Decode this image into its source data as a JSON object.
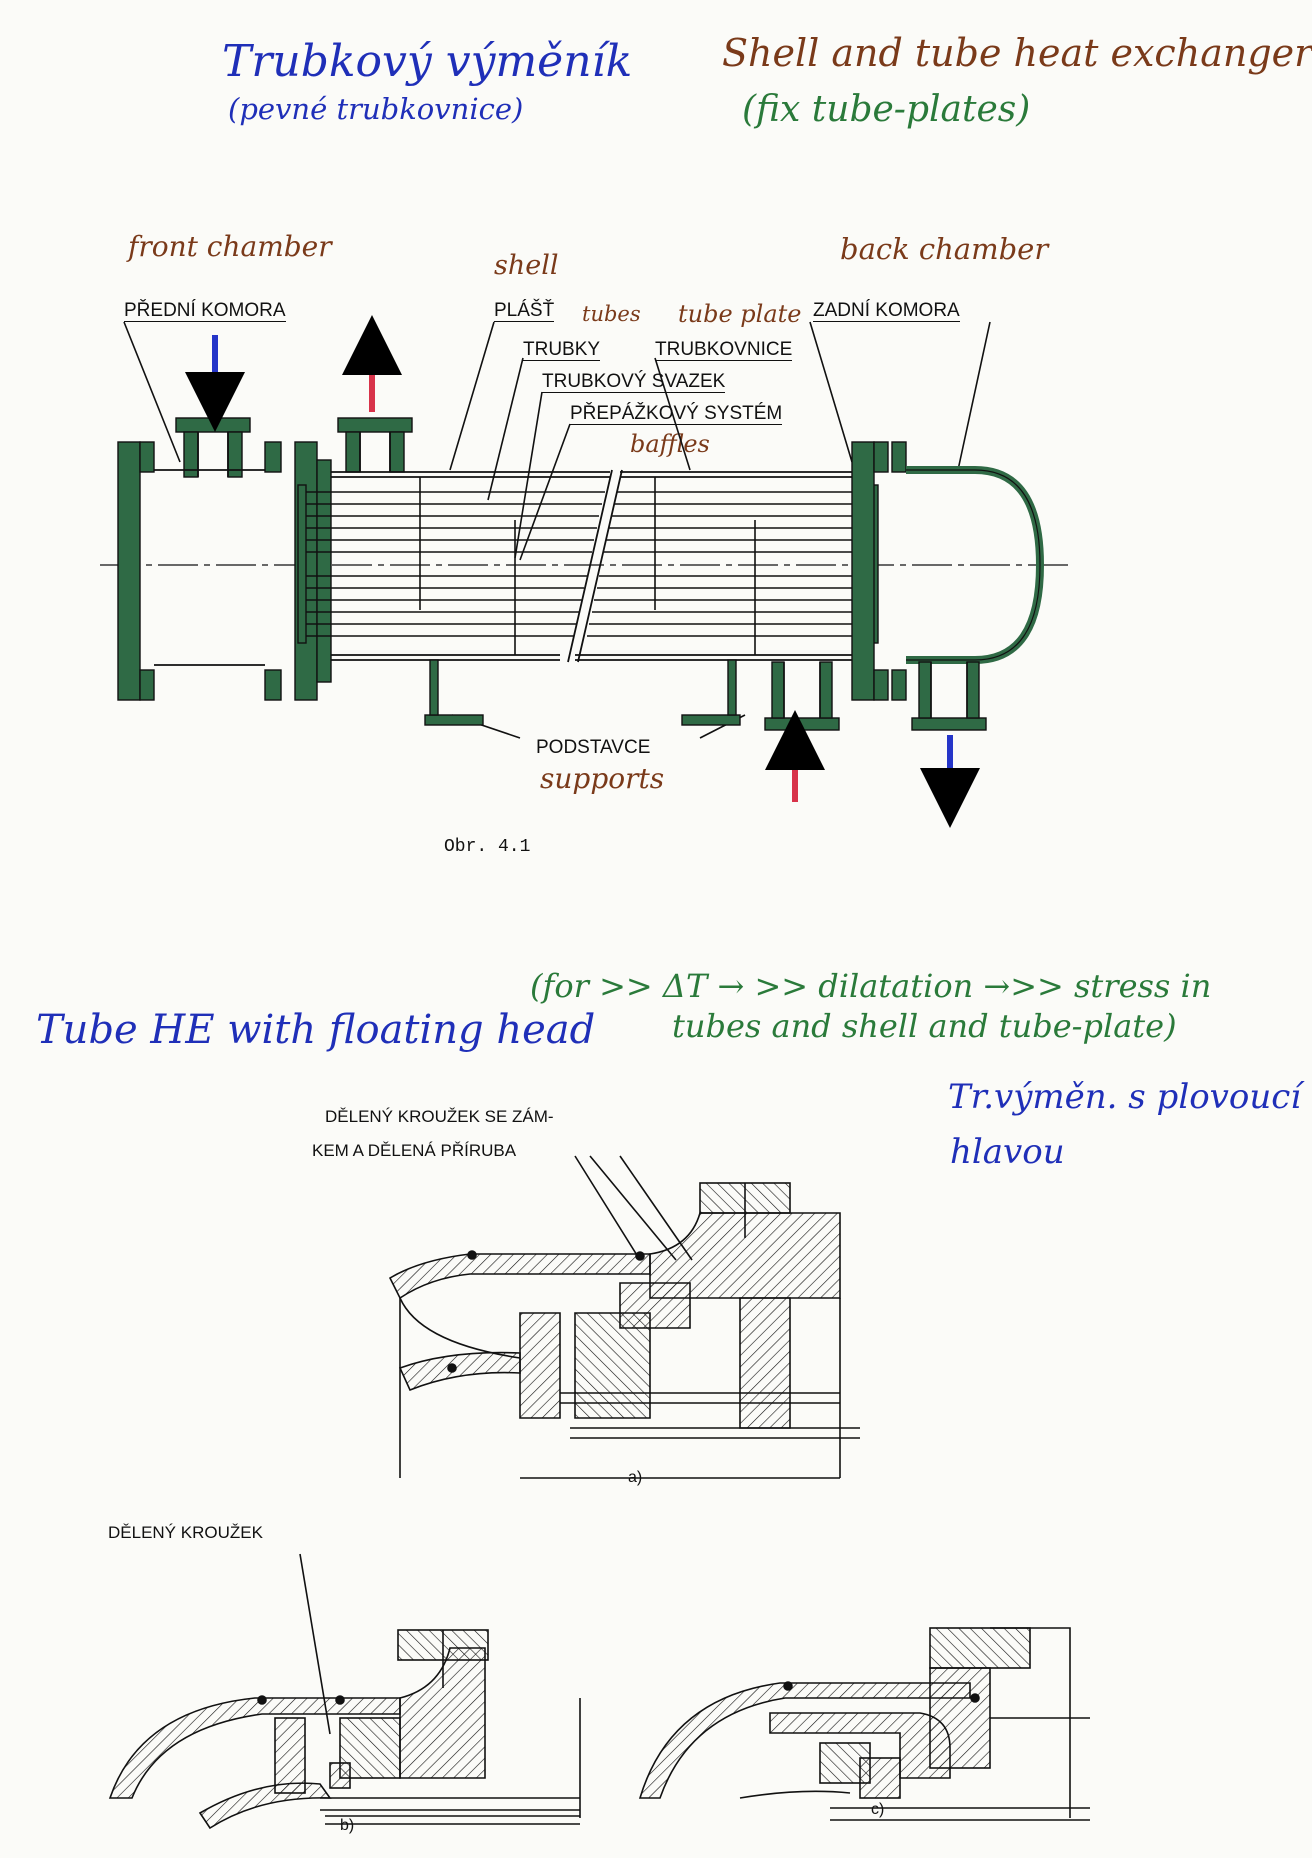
{
  "header": {
    "title_cs": "Trubkový výměník",
    "subtitle_cs": "(pevné trubkovnice)",
    "title_en": "Shell and tube heat exchanger",
    "subtitle_en": "(fix tube-plates)"
  },
  "figure1": {
    "labels": {
      "front_en": "front chamber",
      "front_cs": "PŘEDNÍ KOMORA",
      "shell_en": "shell",
      "shell_cs": "PLÁŠŤ",
      "tubes_en": "tubes",
      "tubeplate_en": "tube plate",
      "back_en": "back chamber",
      "back_cs": "ZADNÍ KOMORA",
      "tubes_cs": "TRUBKY",
      "tubeplate_cs": "TRUBKOVNICE",
      "bundle_cs": "TRUBKOVÝ SVAZEK",
      "baffles_cs": "PŘEPÁŽKOVÝ SYSTÉM",
      "baffles_en": "baffles",
      "supports_cs": "PODSTAVCE",
      "supports_en": "supports"
    },
    "caption": "Obr.  4.1"
  },
  "section2": {
    "title_en": "Tube HE with floating head",
    "note_line1": "(for >> ΔT → >> dilatation →>> stress in",
    "note_line2": "tubes and shell and tube-plate)",
    "title_cs_line1": "Tr.výměn. s plovoucí",
    "title_cs_line2": "hlavou",
    "label_a_line1": "DĚLENÝ KROUŽEK SE ZÁM-",
    "label_a_line2": "KEM A DĚLENÁ PŘÍRUBA",
    "caption_a": "a)",
    "label_b": "DĚLENÝ KROUŽEK",
    "caption_b": "b)",
    "caption_c": "c)"
  },
  "colors": {
    "blue_ink": "#1f2fb8",
    "brown_ink": "#7a3a1a",
    "green_ink": "#2a7a3a",
    "machine_green": "#2f6a45",
    "arrow_red": "#d8334a",
    "arrow_blue": "#2535c8"
  }
}
